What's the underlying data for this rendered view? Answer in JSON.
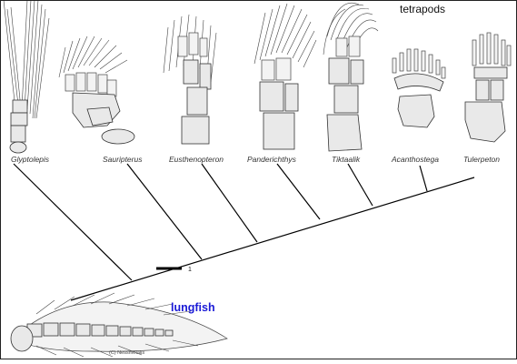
{
  "group_label": "tetrapods",
  "outgroup_label": "lungfish",
  "node_marker": "1",
  "credit": "(C) Nessmetalis",
  "taxa": [
    {
      "name": "Glyptolepis"
    },
    {
      "name": "Sauripterus"
    },
    {
      "name": "Eusthenopteron"
    },
    {
      "name": "Panderichthys"
    },
    {
      "name": "Tiktaalik"
    },
    {
      "name": "Acanthostega"
    },
    {
      "name": "Tulerpeton"
    }
  ],
  "colors": {
    "lungfish_label": "#1a1ad6",
    "branch": "#000000",
    "bone_fill": "#e9e9e9"
  }
}
